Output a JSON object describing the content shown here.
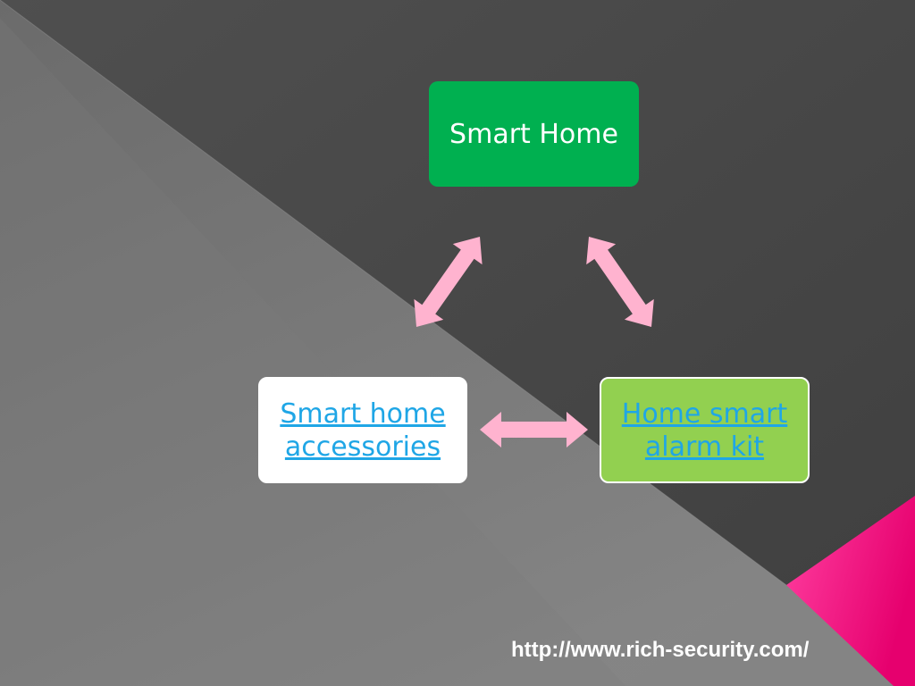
{
  "colors": {
    "background_dark": "#474747",
    "background_light": "#8a8a8a",
    "accent_pink": "#e6006e",
    "accent_pink_light": "#ff3fa0",
    "arrow_pink": "#ffb3cf",
    "node_top_fill": "#00b050",
    "node_left_fill": "#ffffff",
    "node_right_fill": "#92d050",
    "link_color": "#1fa6e6"
  },
  "diagram": {
    "nodes": [
      {
        "id": "smart-home",
        "label": "Smart Home"
      },
      {
        "id": "smart-home-accessories",
        "label_line1": "Smart home",
        "label_line2": "accessories"
      },
      {
        "id": "home-smart-alarm-kit",
        "label_line1": "Home smart",
        "label_line2": "alarm kit"
      }
    ],
    "edges": [
      {
        "from": "smart-home",
        "to": "smart-home-accessories",
        "type": "bidirectional"
      },
      {
        "from": "smart-home",
        "to": "home-smart-alarm-kit",
        "type": "bidirectional"
      },
      {
        "from": "smart-home-accessories",
        "to": "home-smart-alarm-kit",
        "type": "bidirectional"
      }
    ]
  },
  "footer": {
    "url": "http://www.rich-security.com/"
  }
}
